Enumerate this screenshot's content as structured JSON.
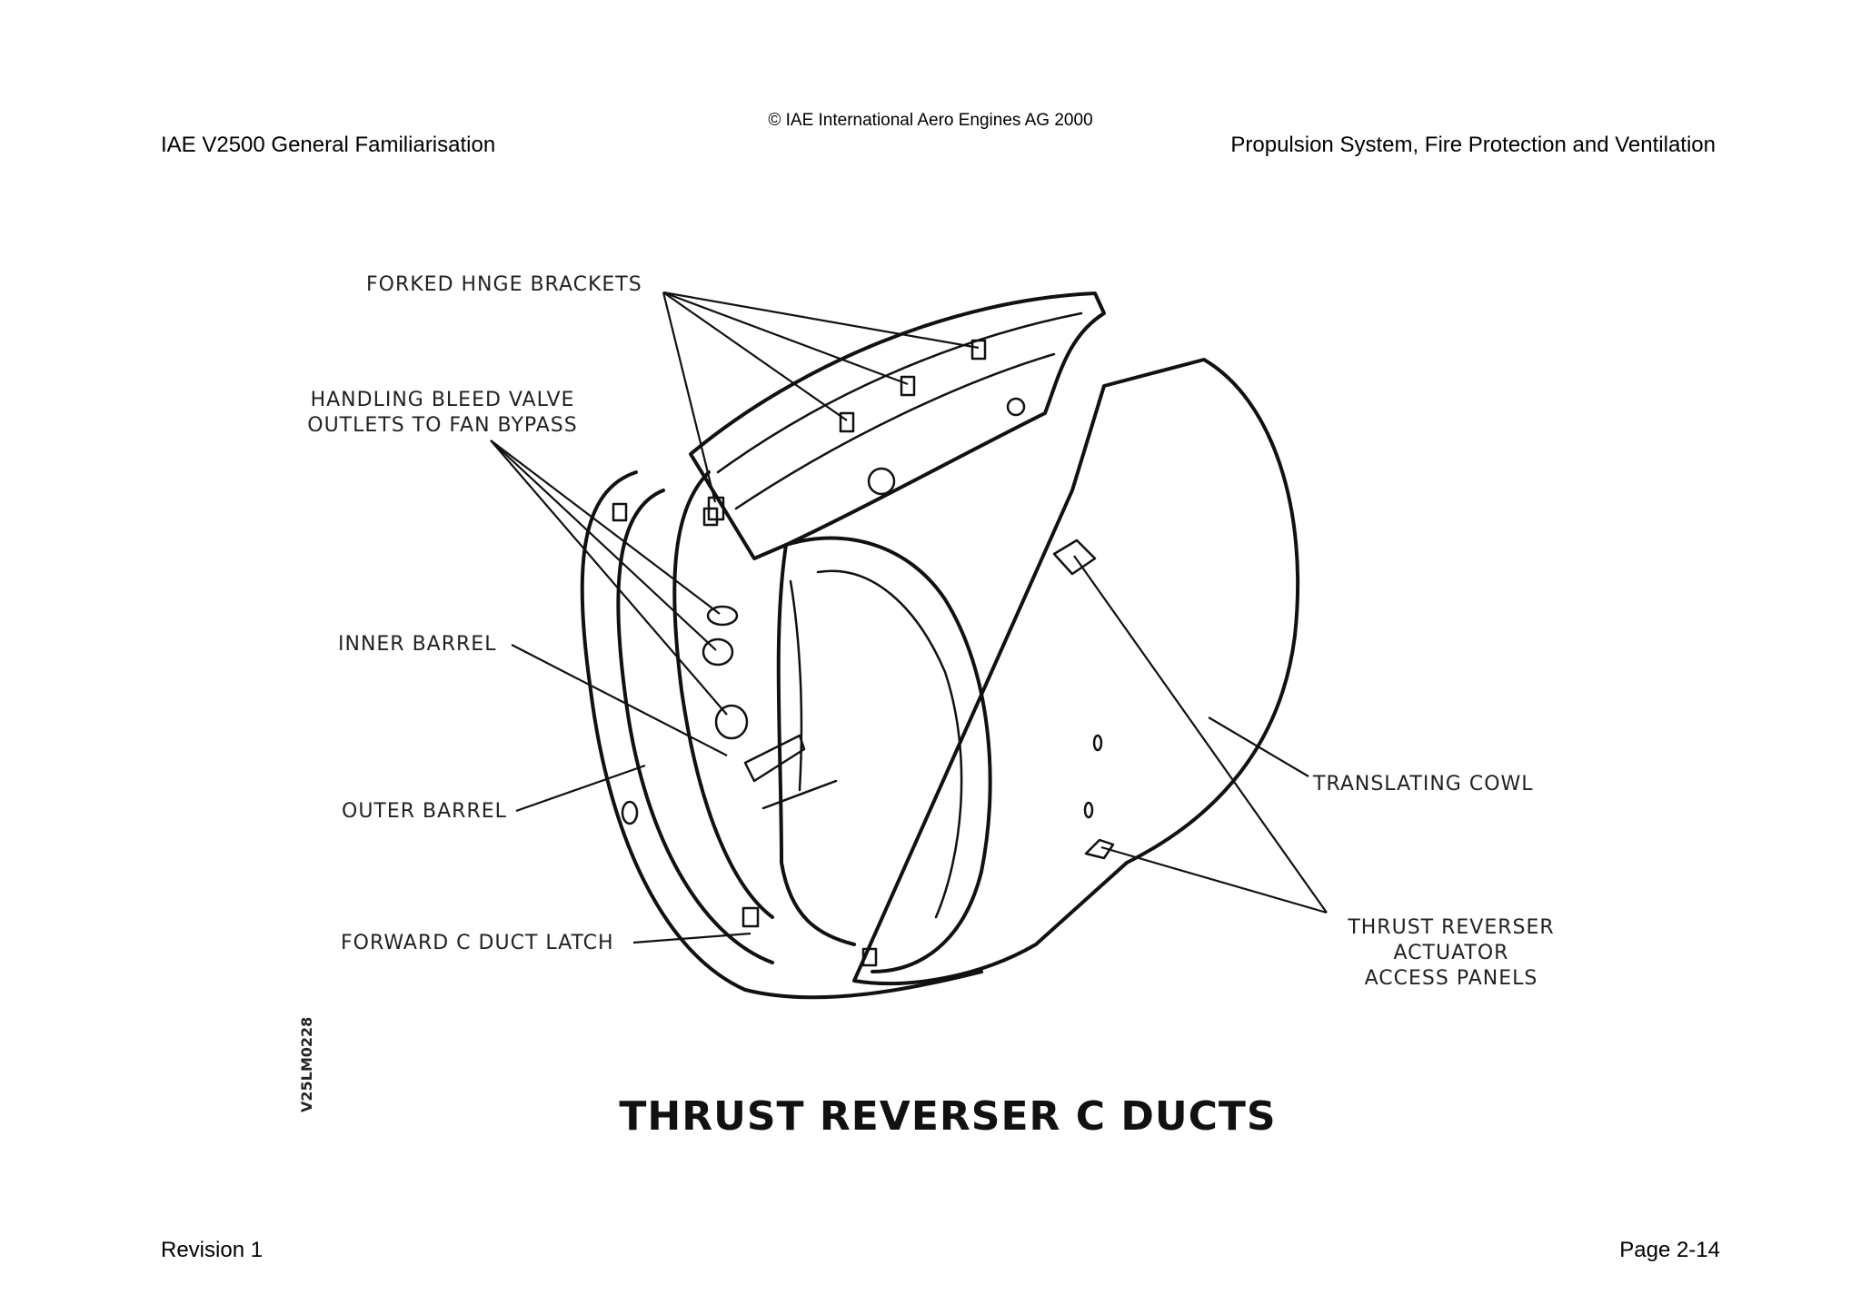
{
  "header": {
    "copyright": "© IAE International Aero Engines AG 2000",
    "left": "IAE V2500 General Familiarisation",
    "right": "Propulsion System, Fire Protection and Ventilation"
  },
  "footer": {
    "left": "Revision 1",
    "right": "Page 2-14"
  },
  "figure": {
    "title": "THRUST REVERSER C DUCTS",
    "code": "V25LM0228",
    "labels": {
      "forked_hinge_brackets": "FORKED HNGE BRACKETS",
      "handling_bleed_line1": "HANDLING BLEED VALVE",
      "handling_bleed_line2": "OUTLETS TO FAN BYPASS",
      "inner_barrel": "INNER BARREL",
      "outer_barrel": "OUTER BARREL",
      "forward_c_duct_latch": "FORWARD C DUCT LATCH",
      "translating_cowl": "TRANSLATING COWL",
      "actuator_line1": "THRUST REVERSER",
      "actuator_line2": "ACTUATOR",
      "actuator_line3": "ACCESS PANELS"
    }
  }
}
